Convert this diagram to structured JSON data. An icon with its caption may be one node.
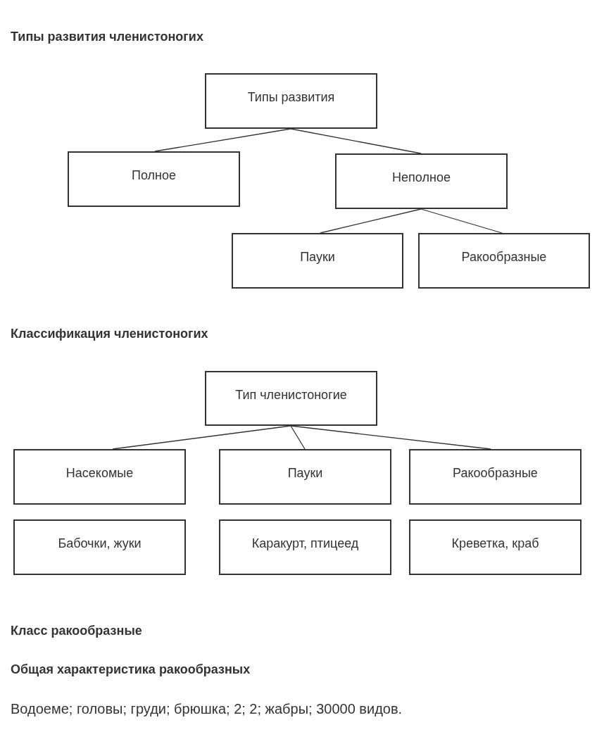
{
  "diagram": {
    "nodes": [
      {
        "text": [
          "Типы развития"
        ]
      },
      {
        "text": [
          "Полное"
        ]
      },
      {
        "text": [
          "Неполное"
        ]
      },
      {
        "text": [
          "Пауки"
        ]
      },
      {
        "text": [
          "Ракообразные"
        ]
      },
      {
        "text": [
          "Тип членистоногие"
        ]
      },
      {
        "text": [
          "Насекомые"
        ]
      },
      {
        "text": [
          "Пауки"
        ]
      },
      {
        "text": [
          "Ракообразные"
        ]
      },
      {
        "text": [
          "Бабочки, жуки"
        ]
      },
      {
        "text": [
          "Каракурт, птицеед"
        ]
      },
      {
        "text": [
          "Креветка, краб"
        ]
      }
    ],
    "edges": [
      {
        "from": 0,
        "to": 1,
        "arrow": "none"
      },
      {
        "from": 0,
        "to": 2,
        "arrow": "none"
      },
      {
        "from": 2,
        "to": 3,
        "arrow": "none"
      },
      {
        "from": 2,
        "to": 4,
        "arrow": "none"
      },
      {
        "from": 5,
        "to": 6,
        "arrow": "none"
      },
      {
        "from": 5,
        "to": 7,
        "arrow": "none"
      },
      {
        "from": 5,
        "to": 8,
        "arrow": "none"
      }
    ],
    "labels": [
      "Типы развития членистоногих",
      "Классификация членистоногих",
      "Класс ракообразные",
      "Общая характеристика ракообразных",
      "Водоеме; головы; груди; брюшка; 2; 2; жабры; 30000 видов."
    ]
  }
}
